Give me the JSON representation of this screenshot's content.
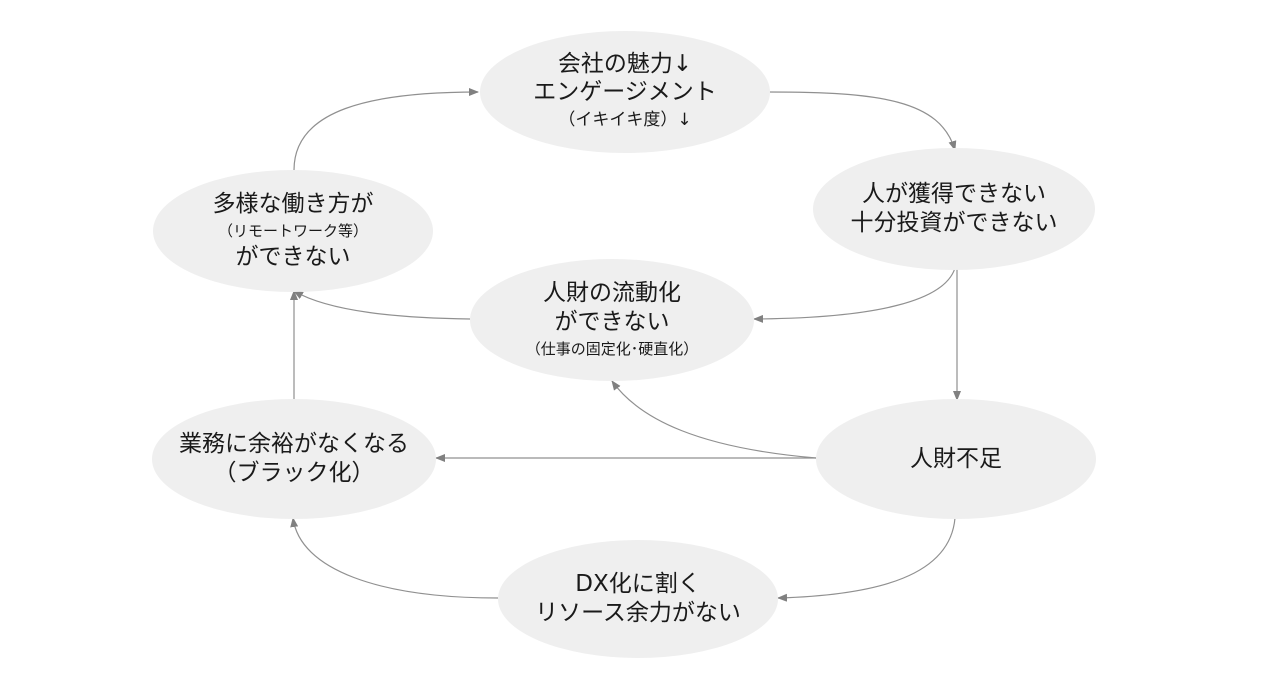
{
  "nodes": {
    "company_appeal": {
      "lines": [
        "会社の魅力↓",
        "エンゲージメント",
        "（イキイキ度）↓"
      ]
    },
    "cannot_acquire": {
      "lines": [
        "人が獲得できない",
        "十分投資ができない"
      ]
    },
    "talent_mobility": {
      "lines": [
        "人財の流動化",
        "ができない",
        "（仕事の固定化･硬直化）"
      ]
    },
    "diverse_work": {
      "lines": [
        "多様な働き方が",
        "（リモートワーク等）",
        "ができない"
      ]
    },
    "no_slack": {
      "lines": [
        "業務に余裕がなくなる",
        "（ブラック化）"
      ]
    },
    "talent_shortage": {
      "lines": [
        "人財不足"
      ]
    },
    "dx_resources": {
      "lines": [
        "DX化に割く",
        "リソース余力がない"
      ]
    }
  },
  "colors": {
    "node_fill": "#efefef",
    "arrow": "#808080",
    "text": "#1a1a1a"
  }
}
